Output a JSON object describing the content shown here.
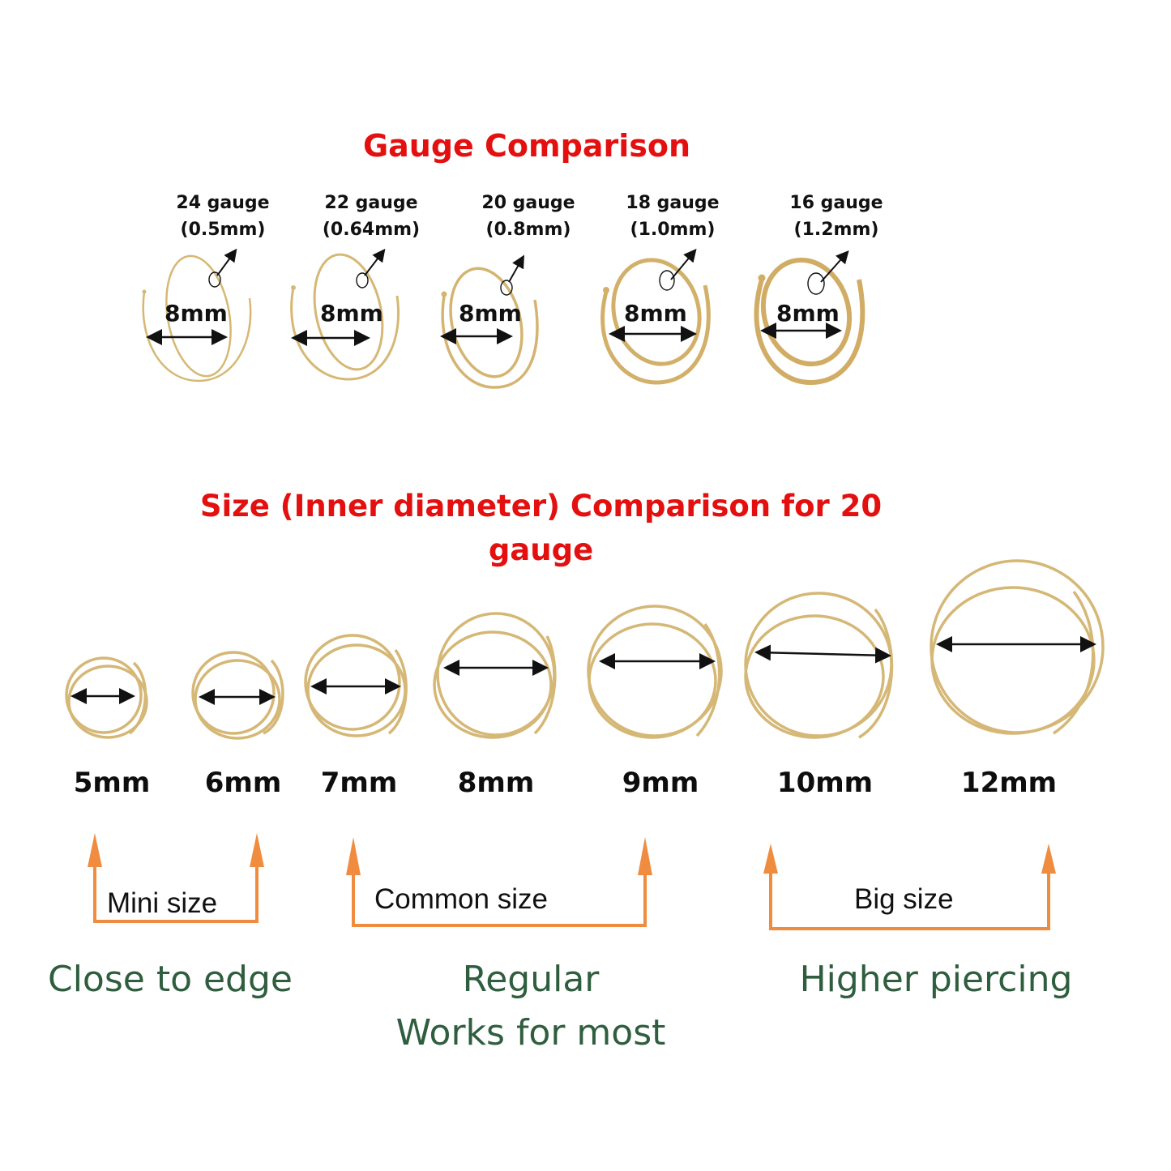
{
  "gauge_section": {
    "title": "Gauge Comparison",
    "ring_size_label": "8mm",
    "gauges": [
      {
        "gauge": "24 gauge",
        "thickness": "(0.5mm)",
        "size": "8mm"
      },
      {
        "gauge": "22 gauge",
        "thickness": "(0.64mm)",
        "size": "8mm"
      },
      {
        "gauge": "20 gauge",
        "thickness": "(0.8mm)",
        "size": "8mm"
      },
      {
        "gauge": "18 gauge",
        "thickness": "(1.0mm)",
        "size": "8mm"
      },
      {
        "gauge": "16 gauge",
        "thickness": "(1.2mm)",
        "size": "8mm"
      }
    ]
  },
  "size_section": {
    "title_line1": "Size (Inner diameter) Comparison for 20",
    "title_line2": "gauge",
    "sizes": [
      {
        "label": "5mm"
      },
      {
        "label": "6mm"
      },
      {
        "label": "7mm"
      },
      {
        "label": "8mm"
      },
      {
        "label": "9mm"
      },
      {
        "label": "10mm"
      },
      {
        "label": "12mm"
      }
    ]
  },
  "categories": [
    {
      "bracket_label": "Mini size",
      "description_line1": "Close to edge",
      "description_line2": ""
    },
    {
      "bracket_label": "Common size",
      "description_line1": "Regular",
      "description_line2": "Works for most"
    },
    {
      "bracket_label": "Big size",
      "description_line1": "Higher piercing",
      "description_line2": ""
    }
  ],
  "colors": {
    "title_red": "#e3100f",
    "bracket_orange": "#f08c40",
    "description_green": "#2f5e3f",
    "ring_gold": "#d9bd7a"
  }
}
